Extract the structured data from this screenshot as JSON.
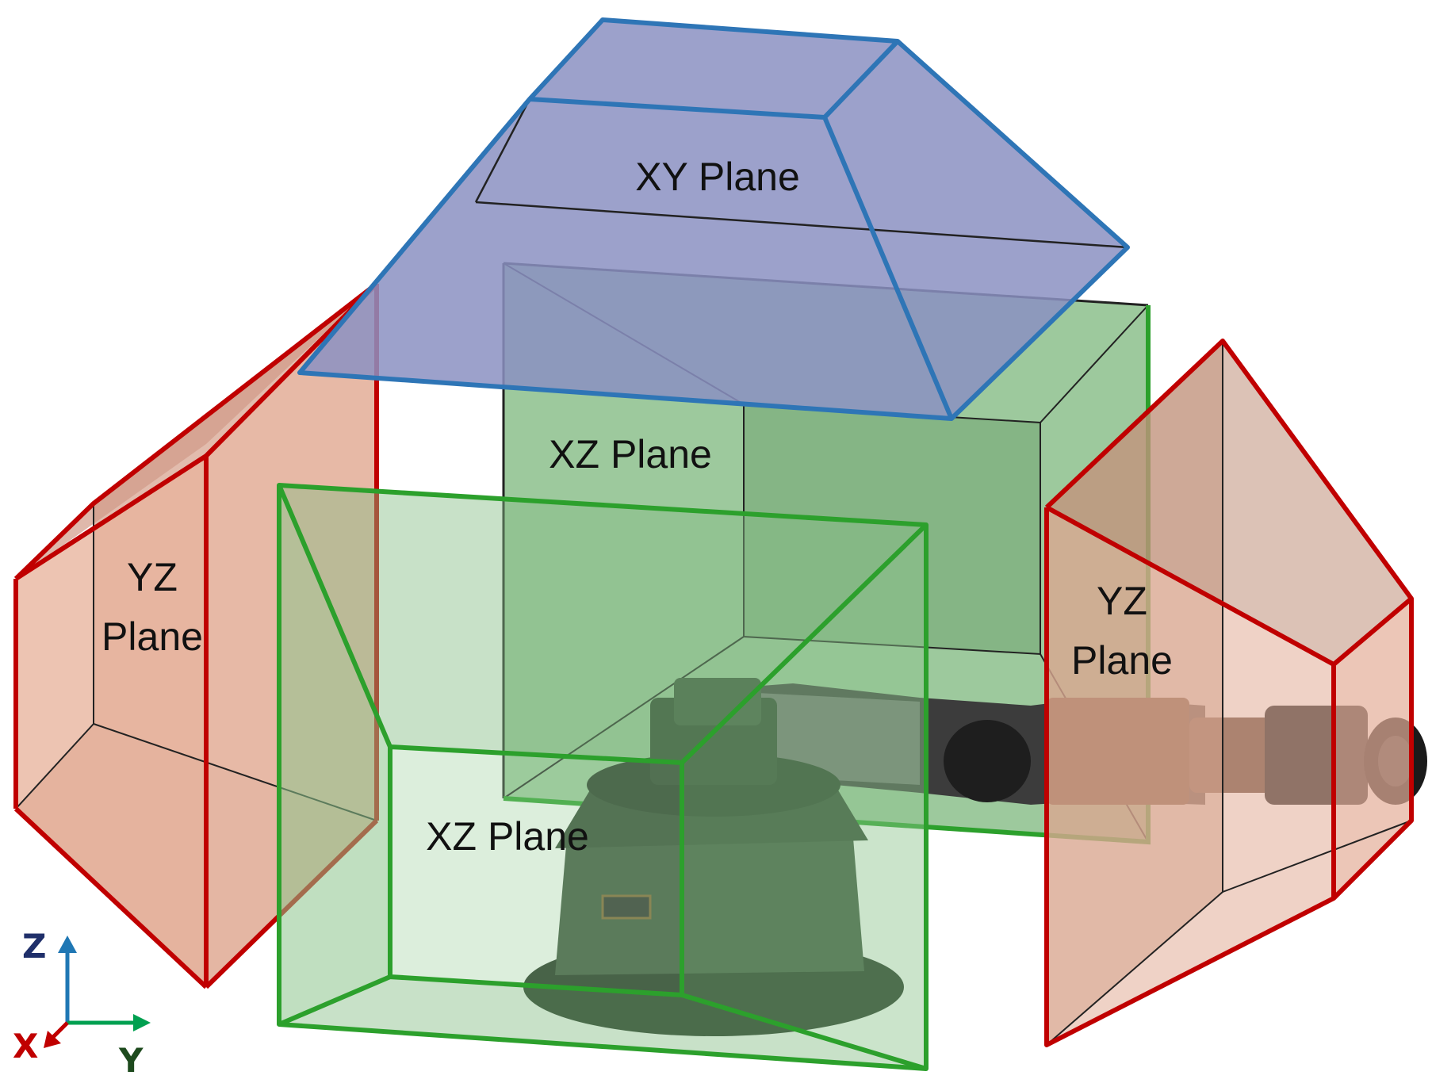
{
  "labels": {
    "xy_plane": "XY Plane",
    "xz_plane_back": "XZ Plane",
    "xz_plane_front": "XZ Plane",
    "yz_left_line1": "YZ",
    "yz_left_line2": "Plane",
    "yz_right_line1": "YZ",
    "yz_right_line2": "Plane"
  },
  "axes": {
    "z": "Z",
    "x": "X",
    "y": "Y"
  },
  "colors": {
    "xy_stroke": "#2e75b6",
    "xy_fill": "#8a90c4",
    "xz_stroke": "#2ca02c",
    "xz_fill": "#6fb26f",
    "yz_stroke": "#c00000",
    "yz_fill": "#e0a58e",
    "axis_z": "#1f77b4",
    "axis_x": "#c00000",
    "axis_y": "#00a050",
    "axis_label_z": "#1f2f6a",
    "axis_label_x": "#c00000",
    "axis_label_y": "#1d4a1d"
  }
}
